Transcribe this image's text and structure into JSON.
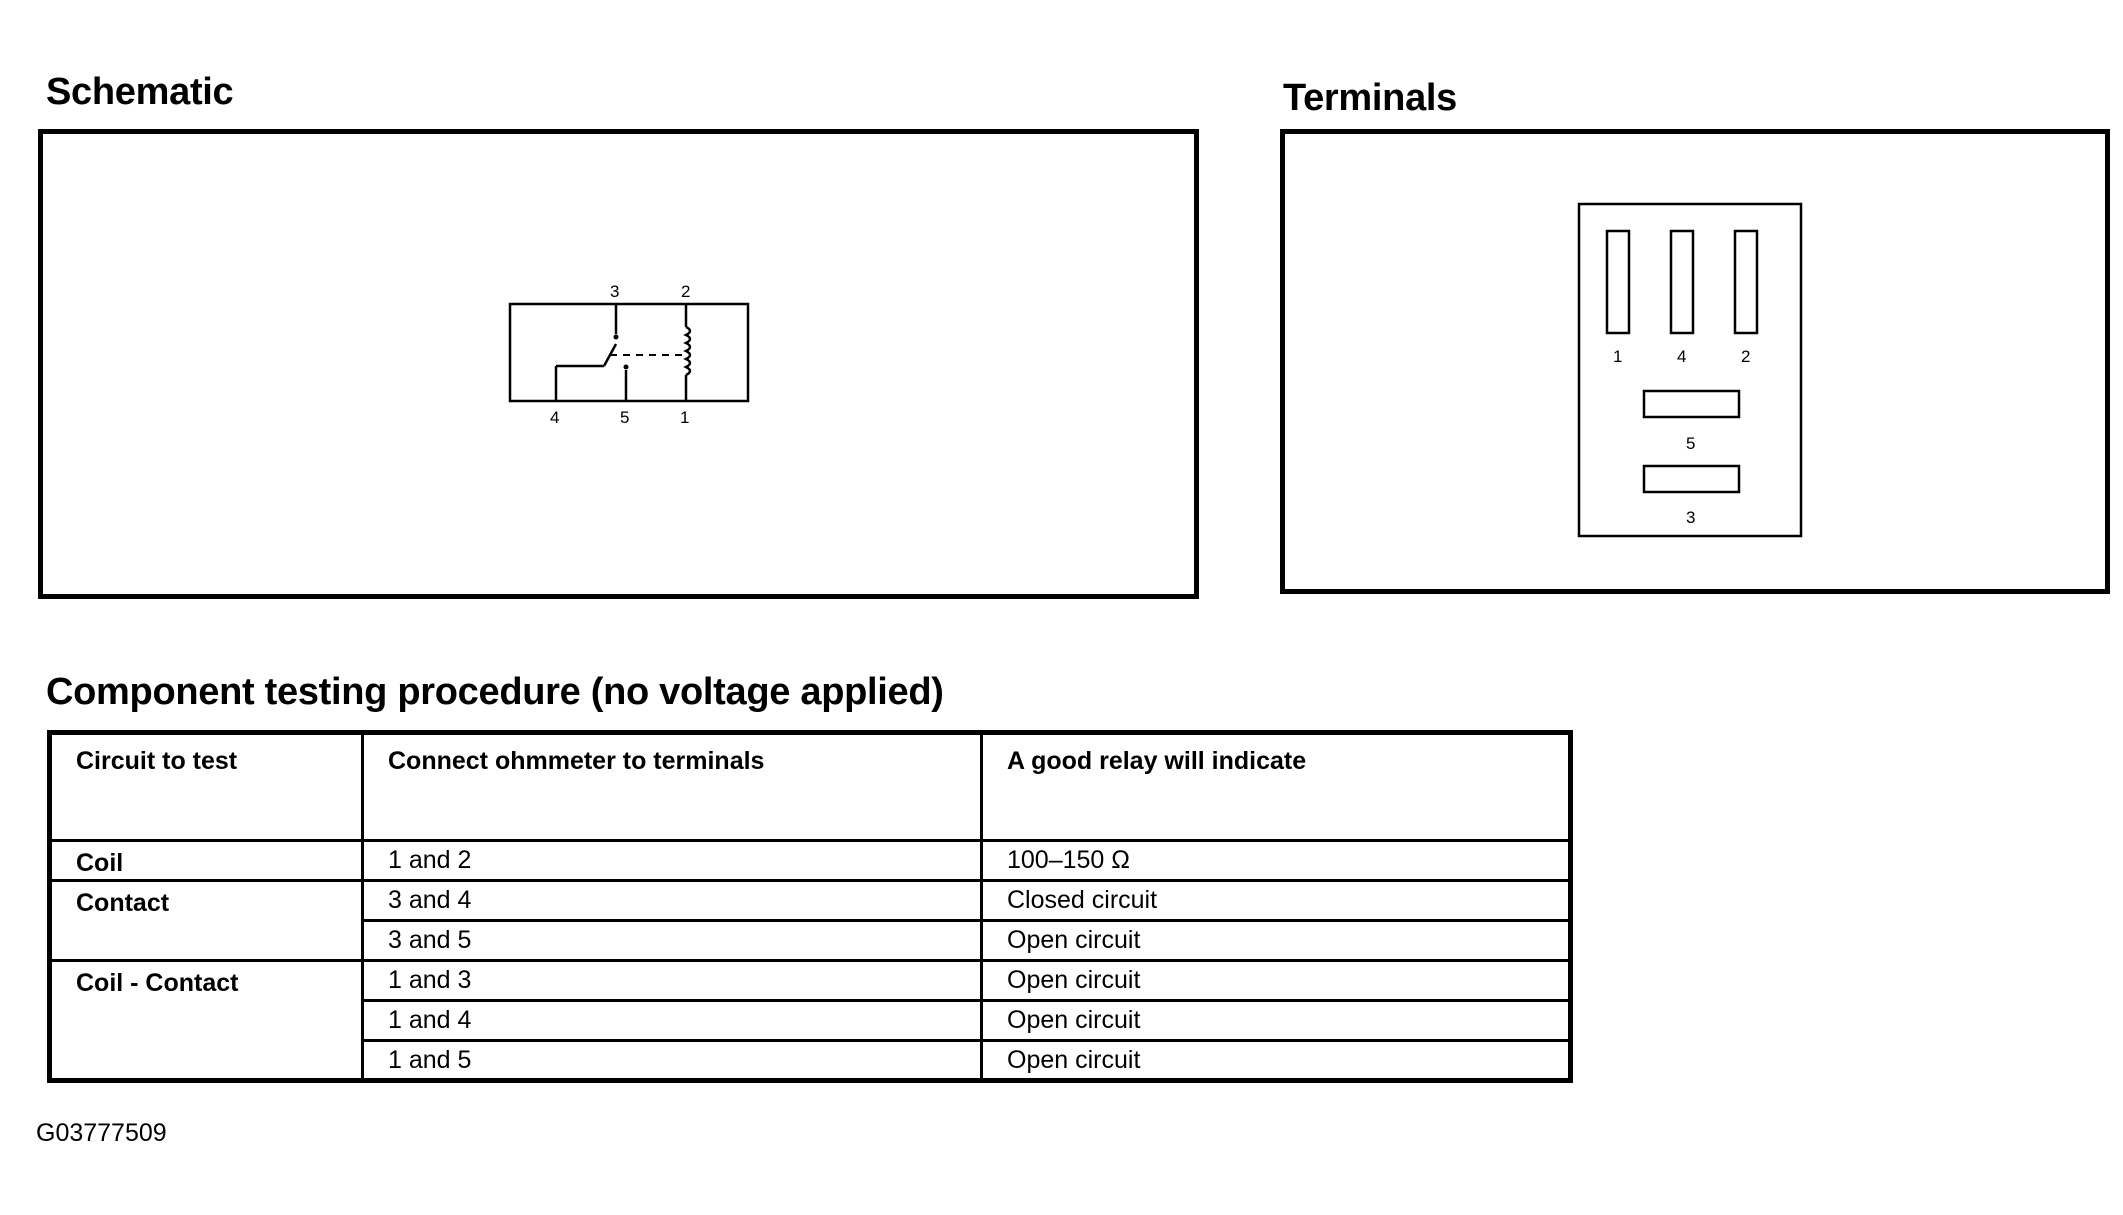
{
  "schematic": {
    "title": "Schematic",
    "terminal_labels_top": [
      "3",
      "2"
    ],
    "terminal_labels_bottom": [
      "4",
      "5",
      "1"
    ]
  },
  "terminals": {
    "title": "Terminals",
    "pin_labels_row": [
      "1",
      "4",
      "2"
    ],
    "pin_label_middle": "5",
    "pin_label_bottom": "3"
  },
  "procedure": {
    "title": "Component testing procedure (no voltage applied)",
    "headers": [
      "Circuit to test",
      "Connect ohmmeter to terminals",
      "A good relay will indicate"
    ],
    "groups": [
      {
        "circuit": "Coil",
        "rows": [
          {
            "terminals": "1 and 2",
            "indication": "100–150 Ω"
          }
        ]
      },
      {
        "circuit": "Contact",
        "rows": [
          {
            "terminals": "3 and 4",
            "indication": "Closed circuit"
          },
          {
            "terminals": "3 and 5",
            "indication": "Open circuit"
          }
        ]
      },
      {
        "circuit": "Coil - Contact",
        "rows": [
          {
            "terminals": "1 and 3",
            "indication": "Open circuit"
          },
          {
            "terminals": "1 and 4",
            "indication": "Open circuit"
          },
          {
            "terminals": "1 and 5",
            "indication": "Open circuit"
          }
        ]
      }
    ]
  },
  "figure_id": "G03777509"
}
